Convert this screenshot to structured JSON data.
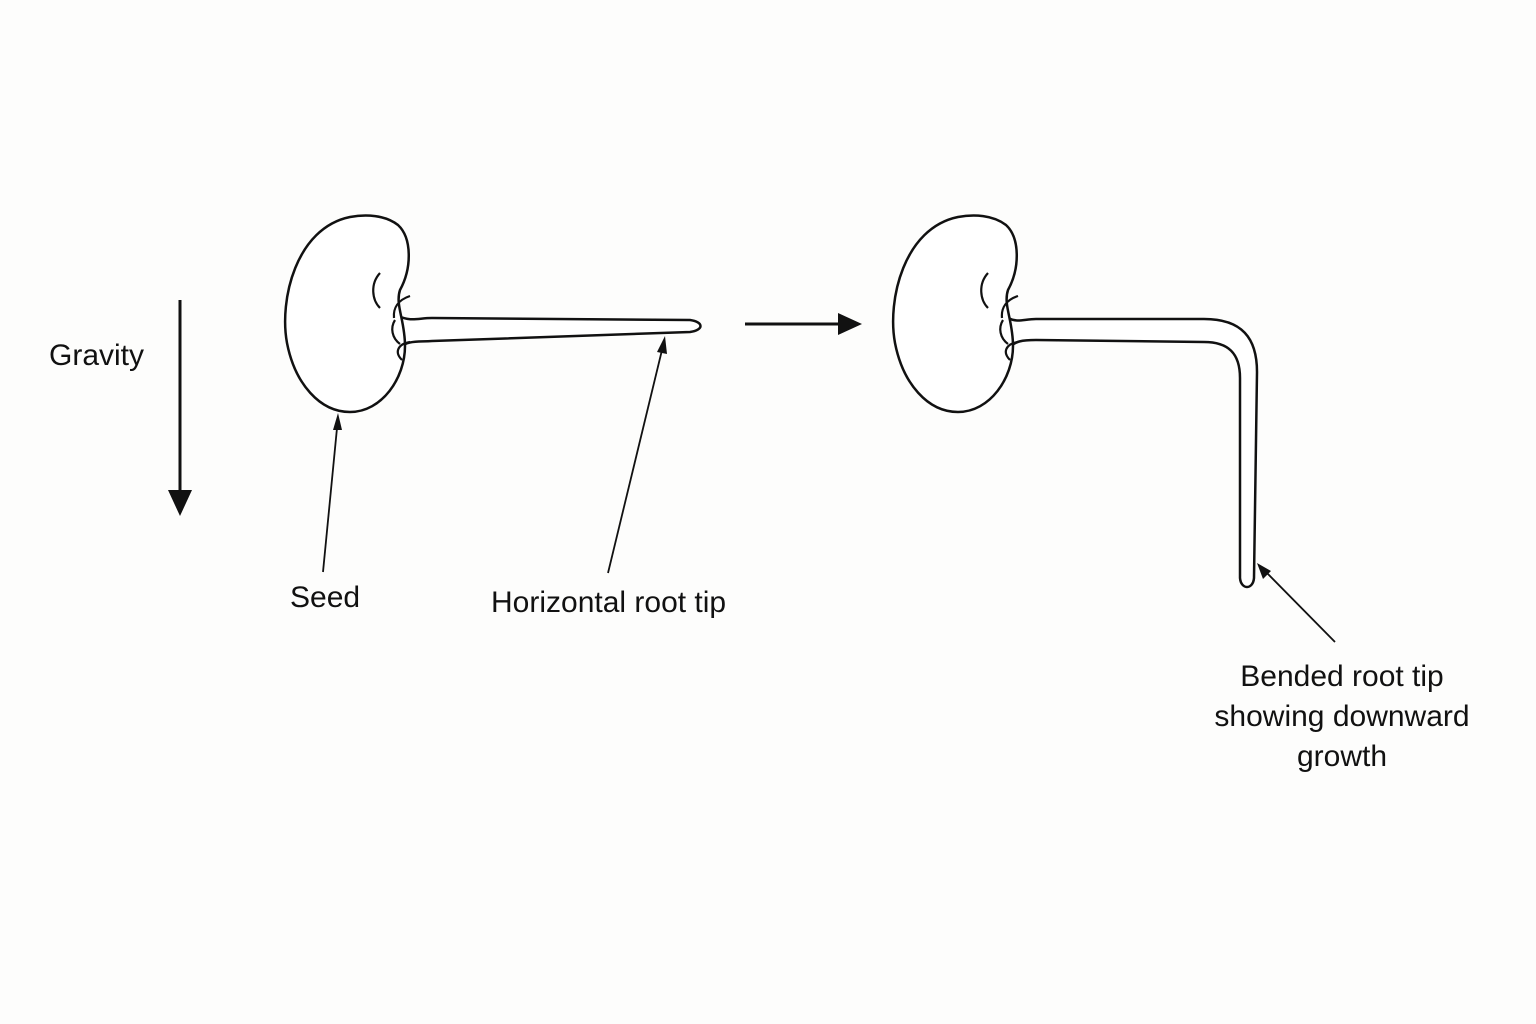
{
  "labels": {
    "gravity": "Gravity",
    "seed": "Seed",
    "horizontal_root_tip": "Horizontal root tip",
    "bended_root_tip": [
      "Bended root tip",
      "showing downward",
      "growth"
    ]
  },
  "colors": {
    "stroke": "#111111",
    "background": "#fdfdfc",
    "fill": "#ffffff"
  }
}
